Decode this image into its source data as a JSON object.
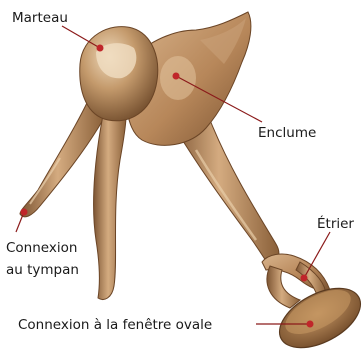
{
  "labels": {
    "malleus": "Marteau",
    "incus": "Enclume",
    "tympanic_connection_line1": "Connexion",
    "tympanic_connection_line2": "au tympan",
    "stapes": "Étrier",
    "oval_window_connection": "Connexion à la fenêtre ovale"
  },
  "colors": {
    "bone_light": "#d7b28a",
    "bone_mid": "#b88a5c",
    "bone_dark": "#7a5230",
    "bone_shadow": "#5a3a1f",
    "highlight": "#ecd6b6",
    "leader_line": "#8b1a1a",
    "marker": "#c0262a",
    "text": "#1a1a1a"
  }
}
